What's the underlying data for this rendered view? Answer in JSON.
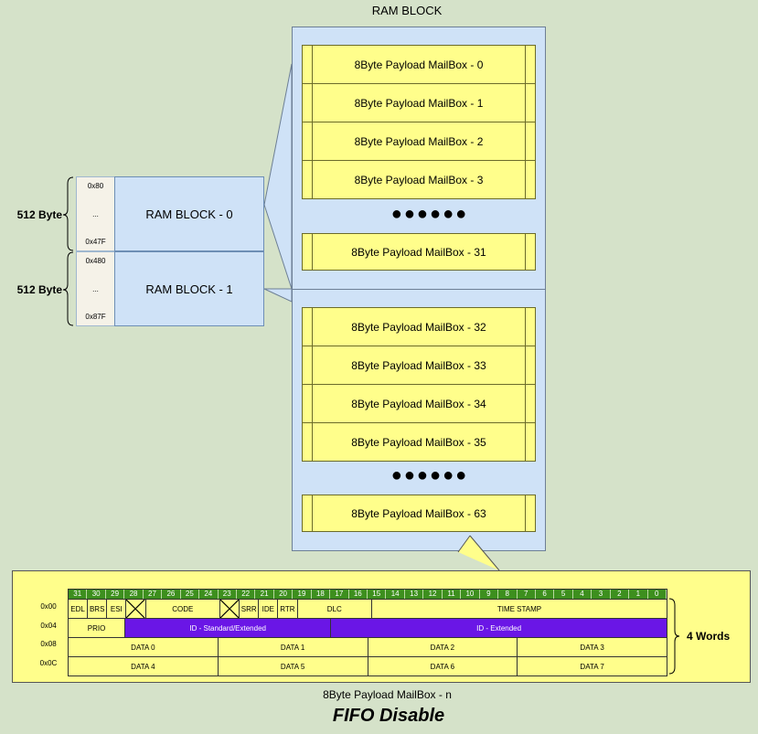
{
  "ram_title": "RAM BLOCK",
  "mailboxes_top": [
    "8Byte Payload MailBox - 0",
    "8Byte Payload MailBox - 1",
    "8Byte Payload MailBox - 2",
    "8Byte Payload MailBox - 3"
  ],
  "mailbox_31": "8Byte Payload MailBox - 31",
  "mailboxes_mid": [
    "8Byte Payload MailBox - 32",
    "8Byte Payload MailBox - 33",
    "8Byte Payload MailBox - 34",
    "8Byte Payload MailBox - 35"
  ],
  "mailbox_63": "8Byte Payload MailBox - 63",
  "ellipsis": "●●●●●●",
  "blocks": [
    {
      "name": "RAM BLOCK - 0",
      "addr_start": "0x80",
      "addr_mid": "...",
      "addr_end": "0x47F",
      "size": "512 Byte"
    },
    {
      "name": "RAM BLOCK - 1",
      "addr_start": "0x480",
      "addr_mid": "...",
      "addr_end": "0x87F",
      "size": "512 Byte"
    }
  ],
  "register": {
    "bits": [
      "31",
      "30",
      "29",
      "28",
      "27",
      "26",
      "25",
      "24",
      "23",
      "22",
      "21",
      "20",
      "19",
      "18",
      "17",
      "16",
      "15",
      "14",
      "13",
      "12",
      "11",
      "10",
      "9",
      "8",
      "7",
      "6",
      "5",
      "4",
      "3",
      "2",
      "1",
      "0"
    ],
    "offsets": [
      "0x00",
      "0x04",
      "0x08",
      "0x0C"
    ],
    "row0": {
      "edl": "EDL",
      "brs": "BRS",
      "esi": "ESI",
      "code": "CODE",
      "srr": "SRR",
      "ide": "IDE",
      "rtr": "RTR",
      "dlc": "DLC",
      "time_stamp": "TIME STAMP"
    },
    "row1": {
      "prio": "PRIO",
      "id_std": "ID - Standard/Extended",
      "id_ext": "ID - Extended"
    },
    "row2": [
      "DATA 0",
      "DATA 1",
      "DATA 2",
      "DATA 3"
    ],
    "row3": [
      "DATA 4",
      "DATA 5",
      "DATA 6",
      "DATA 7"
    ],
    "words_label": "4 Words"
  },
  "caption": "8Byte Payload MailBox - n",
  "footer": "FIFO Disable",
  "colors": {
    "mailbox": "#fffe8b",
    "panel": "#cfe2f7",
    "bitbar": "#3d8f1e",
    "id_field": "#6a16e6",
    "background": "#d5e2c9"
  }
}
